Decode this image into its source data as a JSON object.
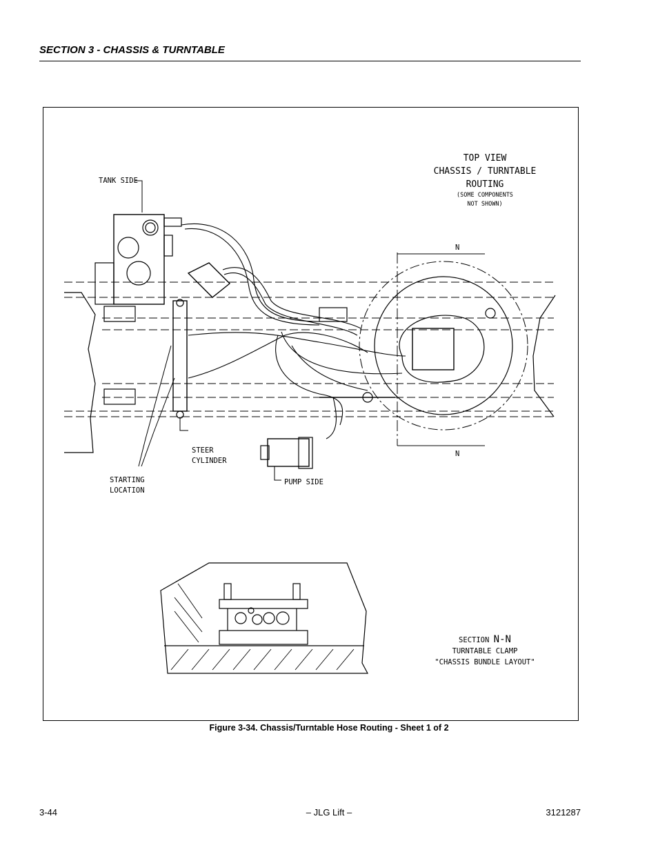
{
  "header": {
    "section_title": "SECTION 3 - CHASSIS & TURNTABLE"
  },
  "figure": {
    "title_lines": [
      "TOP VIEW",
      "CHASSIS / TURNTABLE",
      "ROUTING"
    ],
    "subtitle_lines": [
      "(SOME COMPONENTS",
      "NOT SHOWN)"
    ],
    "labels": {
      "tank_side": "TANK SIDE",
      "steer_cylinder_1": "STEER",
      "steer_cylinder_2": "CYLINDER",
      "starting_location_1": "STARTING",
      "starting_location_2": "LOCATION",
      "pump_side": "PUMP SIDE",
      "section_marker_top": "N",
      "section_marker_bottom": "N"
    },
    "section_view": {
      "section_word": "SECTION",
      "section_id": "N-N",
      "line2": "TURNTABLE CLAMP",
      "line3": "\"CHASSIS BUNDLE LAYOUT\""
    },
    "caption": "Figure 3-34.  Chassis/Turntable Hose Routing - Sheet 1 of 2"
  },
  "footer": {
    "page_number": "3-44",
    "center": "– JLG Lift –",
    "doc_number": "3121287"
  }
}
